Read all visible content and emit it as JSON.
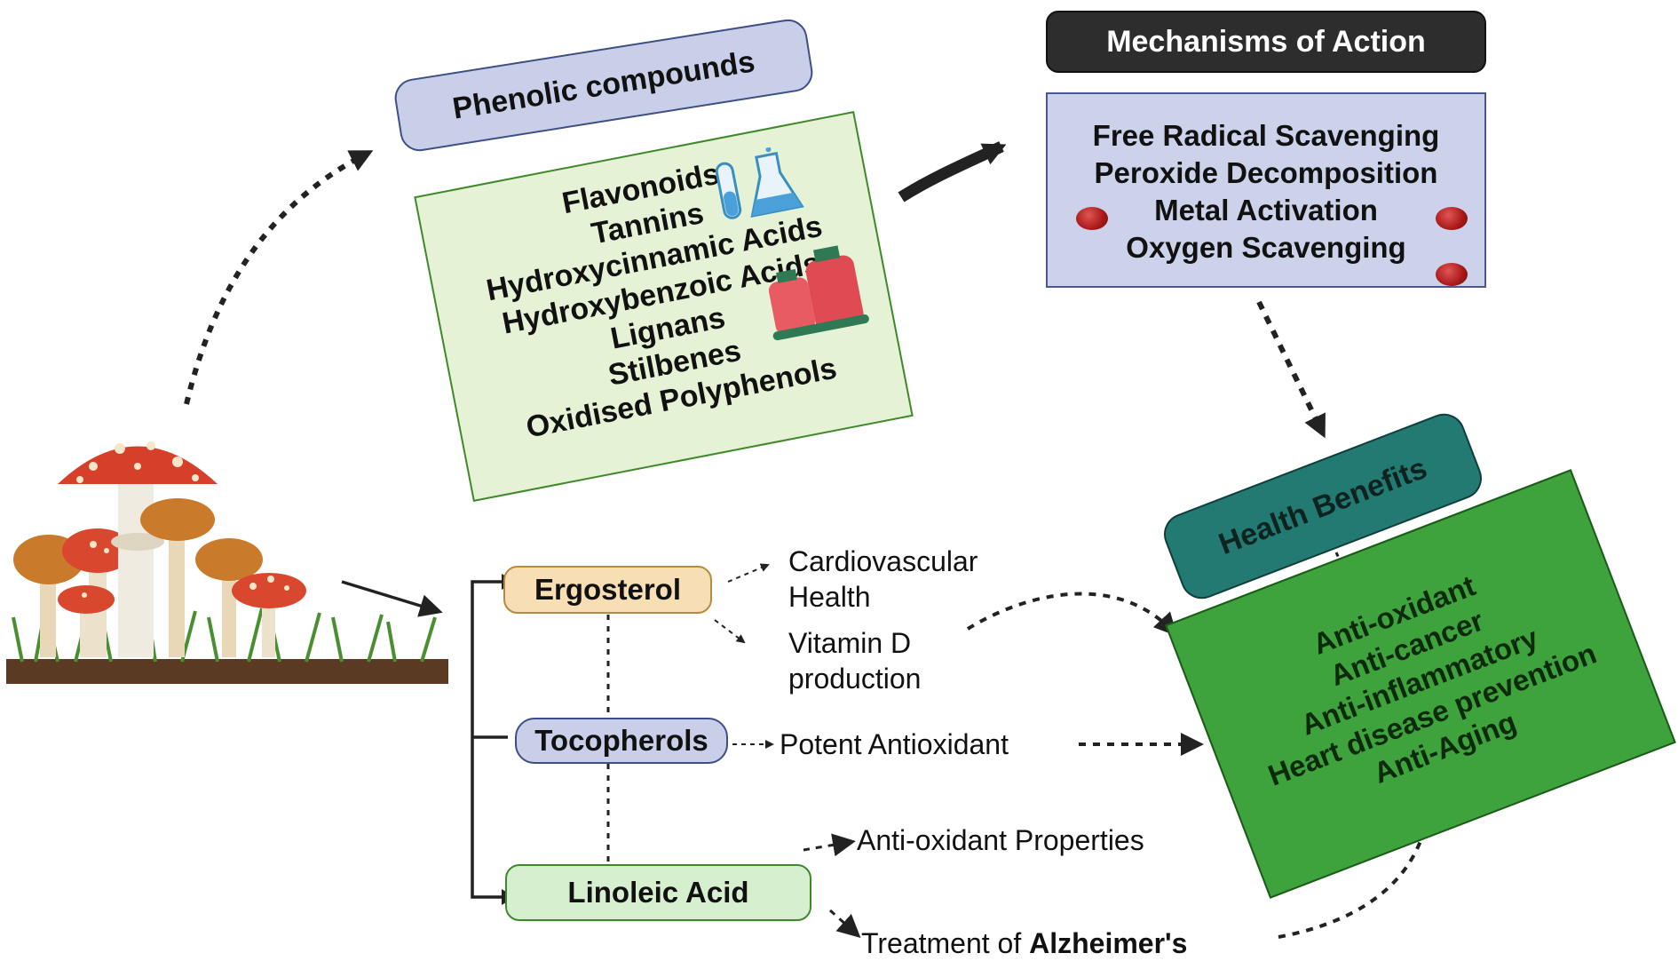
{
  "phenolic": {
    "title": "Phenolic compounds",
    "items": [
      "Flavonoids",
      "Tannins",
      "Hydroxycinnamic Acids",
      "Hydroxybenzoic Acids",
      "Lignans",
      "Stilbenes",
      "Oxidised Polyphenols"
    ]
  },
  "mechanisms": {
    "title": "Mechanisms of Action",
    "items": [
      "Free Radical Scavenging",
      "Peroxide Decomposition",
      "Metal Activation",
      "Oxygen Scavenging"
    ]
  },
  "health": {
    "title": "Health Benefits",
    "items": [
      "Anti-oxidant",
      "Anti-cancer",
      "Anti-inflammatory",
      "Heart disease prevention",
      "Anti-Aging"
    ]
  },
  "compounds": {
    "ergosterol": "Ergosterol",
    "tocopherols": "Tocopherols",
    "linoleic": "Linoleic Acid"
  },
  "effects": {
    "cardio_line1": "Cardiovascular",
    "cardio_line2": "Health",
    "vitd_line1": "Vitamin D",
    "vitd_line2": "production",
    "potent": "Potent Antioxidant",
    "antiox_props": "Anti-oxidant Properties",
    "treatment_prefix": "Treatment of ",
    "treatment_bold": "Alzheimer's"
  },
  "icons": [
    "mushroom-cluster-icon",
    "test-tube-icon",
    "flask-icon",
    "red-bottles-icon",
    "red-particle-icon"
  ],
  "colors": {
    "phenolic_header": "#c9cfe8",
    "phenolic_box": "#e5f2d5",
    "mechanisms_header": "#2d2d2d",
    "mechanisms_box": "#cbd2ea",
    "health_header": "#237a72",
    "health_box": "#3ea33c",
    "ergosterol": "#f7deb4",
    "tocopherols": "#c9cfe8",
    "linoleic": "#d6efcf"
  }
}
